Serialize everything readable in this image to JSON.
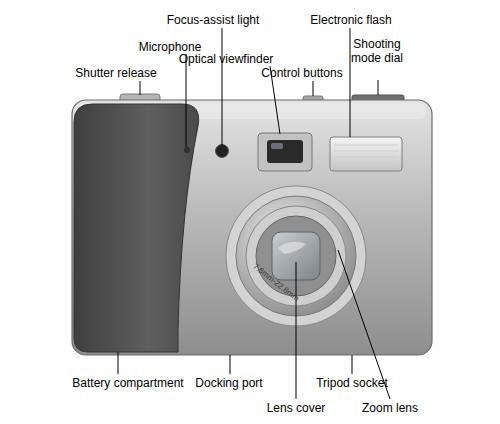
{
  "diagram": {
    "labels": [
      "Focus-assist light",
      "Electronic flash",
      "Microphone",
      "Shooting mode dial",
      "Optical viewfinder",
      "Shutter release",
      "Control buttons",
      "7.6mm-22.8mm",
      "Battery compartment",
      "Docking port",
      "Tripod socket",
      "Lens cover",
      "Zoom lens"
    ]
  }
}
